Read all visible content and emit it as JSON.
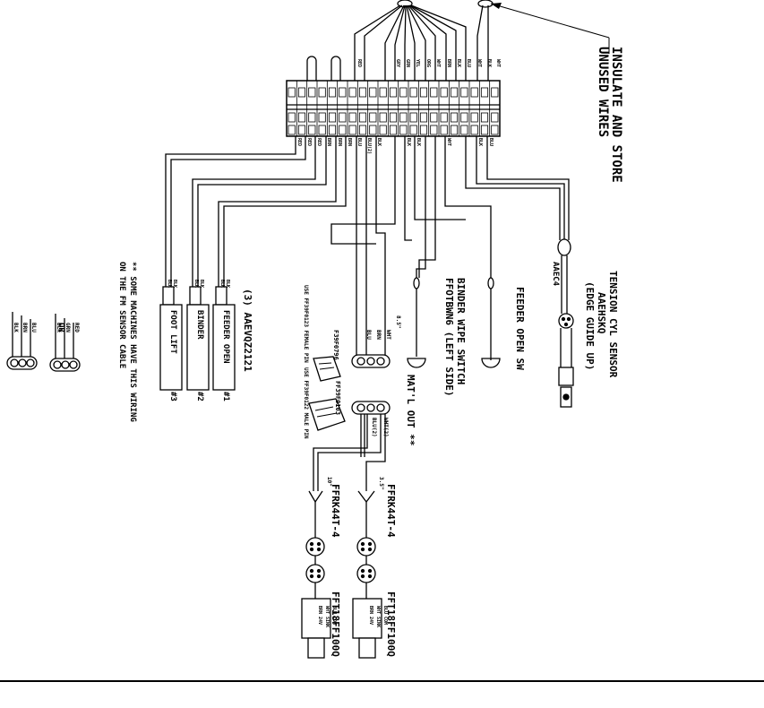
{
  "notes": {
    "insulate_1": "INSULATE AND STORE",
    "insulate_2": "UNUSED WIRES",
    "some_machines_1": "** SOME MACHINES HAVE THIS WIRING",
    "some_machines_2": "ON THE FM SENSOR CABLE",
    "or": "OR"
  },
  "components": {
    "tension_1": "TENSION CYL SENSOR",
    "tension_2": "AAEHSKQ",
    "tension_3": "(EDGE GUIDE UP)",
    "aaec4": "AAEC4",
    "feeder_open_sw": "FEEDER OPEN SW",
    "binder_wipe_1": "BINDER WIPE SWITCH",
    "binder_wipe_2": "FFOTBWN6 (LEFT SIDE)",
    "matl_out": "MAT'L OUT **",
    "valves_part": "(3) AAEVQZ2121",
    "valve_1": "FEEDER OPEN",
    "valve_2": "BINDER",
    "valve_3": "FOOT LIFT",
    "valve_1_num": "#1",
    "valve_2_num": "#2",
    "valve_3_num": "#3",
    "female_part": "F39F0796",
    "male_part": "FF39F0103",
    "female_note": "USE FF39F0123 FEMALE PIN",
    "male_note": "USE FF39F0122 MALE PIN",
    "cable_1": "FFRK44T-4",
    "cable_2": "FFRK44T-4",
    "sensor_1": "FFT18FF100Q",
    "sensor_2": "FFT18FF100Q",
    "len_1": "3.5\"",
    "len_2": "10\"",
    "len_3": "8.5\"",
    "wht2": "WHT(2)",
    "blu2": "BLU(2)"
  },
  "terminal_top_wires": [
    "RED",
    "GRY",
    "GRN",
    "YEL",
    "ORG",
    "WHT",
    "BRN",
    "BLK",
    "BLU",
    "WHT",
    "BLK",
    "WHT"
  ],
  "terminal_bottom_wires": [
    "RED",
    "RED",
    "RED",
    "BRN",
    "BRN",
    "BRN",
    "BLU",
    "BLU(2)",
    "BLK",
    "BLK",
    "BLK",
    "WHT",
    "BLK",
    "BLU"
  ],
  "connector_wires": [
    "WHT",
    "BRN",
    "BLU"
  ],
  "alt_wiring_1": [
    "RED",
    "GRN",
    "BLK"
  ],
  "alt_wiring_2": [
    "BLU",
    "BRN",
    "BLK"
  ],
  "sensor_box_labels": [
    "BLU COM",
    "WHT SINK",
    "BRN 24V"
  ],
  "valve_wires": [
    "BLK",
    "BLK"
  ]
}
